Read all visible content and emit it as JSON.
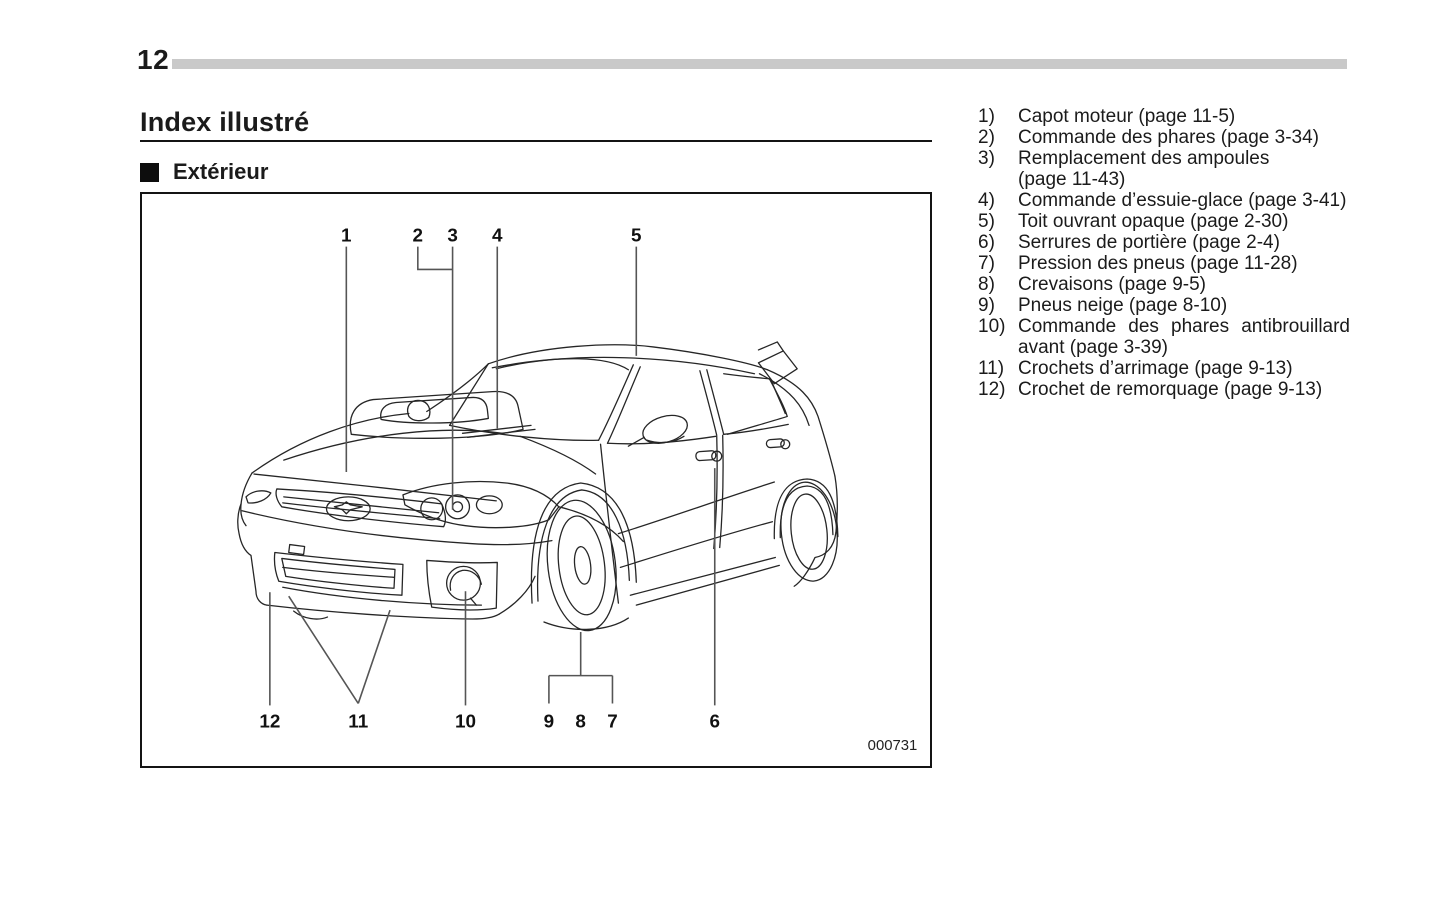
{
  "page": {
    "number": "12"
  },
  "header": {
    "title": "Index illustré"
  },
  "section": {
    "title": "Extérieur"
  },
  "figure": {
    "code": "000731",
    "callouts": {
      "c1": "1",
      "c2": "2",
      "c3": "3",
      "c4": "4",
      "c5": "5",
      "c6": "6",
      "c7": "7",
      "c8": "8",
      "c9": "9",
      "c10": "10",
      "c11": "11",
      "c12": "12"
    }
  },
  "index": {
    "items": [
      {
        "num": "1)",
        "lines": [
          "Capot moteur (page 11-5)"
        ]
      },
      {
        "num": "2)",
        "lines": [
          "Commande des phares (page 3-34)"
        ]
      },
      {
        "num": "3)",
        "lines": [
          "Remplacement des ampoules",
          "(page 11-43)"
        ]
      },
      {
        "num": "4)",
        "lines": [
          "Commande d’essuie-glace (page 3-41)"
        ]
      },
      {
        "num": "5)",
        "lines": [
          "Toit ouvrant opaque (page 2-30)"
        ]
      },
      {
        "num": "6)",
        "lines": [
          "Serrures de portière (page 2-4)"
        ]
      },
      {
        "num": "7)",
        "lines": [
          "Pression des pneus (page 11-28)"
        ]
      },
      {
        "num": "8)",
        "lines": [
          "Crevaisons (page 9-5)"
        ]
      },
      {
        "num": "9)",
        "lines": [
          "Pneus neige (page 8-10)"
        ]
      },
      {
        "num": "10)",
        "lines": [
          "Commande des phares antibrouillard",
          "avant (page 3-39)"
        ]
      },
      {
        "num": "11)",
        "lines": [
          "Crochets d’arrimage (page 9-13)"
        ]
      },
      {
        "num": "12)",
        "lines": [
          "Crochet de remorquage (page 9-13)"
        ]
      }
    ]
  }
}
